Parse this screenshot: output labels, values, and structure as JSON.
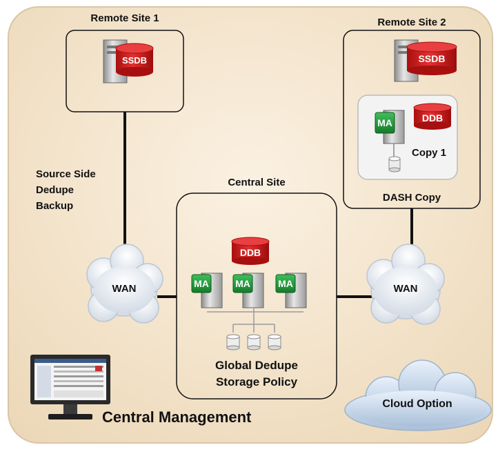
{
  "sites": {
    "remote1": {
      "title": "Remote Site 1",
      "db": "SSDB"
    },
    "remote2": {
      "title": "Remote Site 2",
      "db": "SSDB",
      "ma": "MA",
      "ddb": "DDB",
      "copy": "Copy 1",
      "dash": "DASH Copy"
    },
    "central": {
      "title": "Central Site",
      "ddb": "DDB",
      "ma": [
        "MA",
        "MA",
        "MA"
      ],
      "policy_line1": "Global Dedupe",
      "policy_line2": "Storage Policy"
    }
  },
  "source_side": [
    "Source Side",
    "Dedupe",
    "Backup"
  ],
  "wan_left": "WAN",
  "wan_right": "WAN",
  "cloud": "Cloud Option",
  "management": "Central Management",
  "colors": {
    "background_panel": "#f5e6cf",
    "ddb_red": "#d42020",
    "ma_green": "#1f9a3a",
    "line": "#111111",
    "server_gray": "#b8b8b8"
  }
}
